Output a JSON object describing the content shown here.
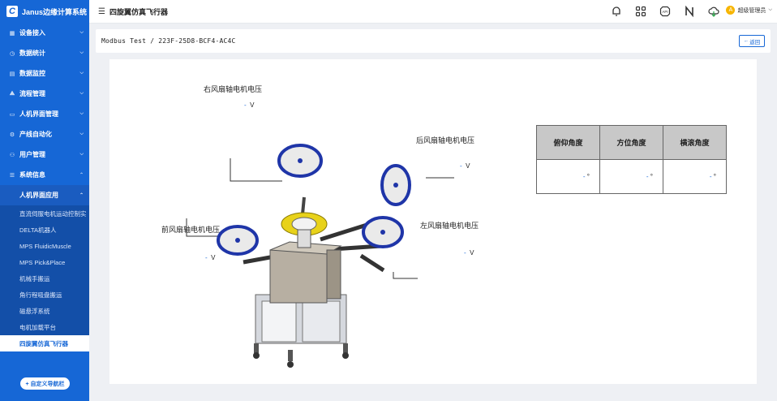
{
  "sidebar": {
    "brand": "Janus边缘计算系统",
    "brand_logo": "C",
    "items": [
      {
        "label": "设备接入",
        "icon": "grid-icon"
      },
      {
        "label": "数据统计",
        "icon": "clock-icon"
      },
      {
        "label": "数据监控",
        "icon": "monitor-icon"
      },
      {
        "label": "流程管理",
        "icon": "flow-icon"
      },
      {
        "label": "人机界面管理",
        "icon": "screen-icon"
      },
      {
        "label": "产线自动化",
        "icon": "gear-icon"
      },
      {
        "label": "用户管理",
        "icon": "user-icon"
      },
      {
        "label": "系统信息",
        "icon": "info-icon"
      }
    ],
    "submenu_label": "人机界面应用",
    "leaves": [
      "直流伺服电机运动控制实",
      "DELTA机器人",
      "MPS FluidicMuscle",
      "MPS Pick&Place",
      "机械手搬运",
      "角行程吸盘搬运",
      "磁悬浮系统",
      "电机加载平台",
      "四旋翼仿真飞行器"
    ],
    "active_leaf": 8,
    "custom_nav_button": "+ 自定义导航栏"
  },
  "topbar": {
    "title": "四旋翼仿真飞行器",
    "icons": [
      "bell-icon",
      "apps-icon",
      "api-icon",
      "n-logo-icon",
      "cloud-icon"
    ],
    "user_name": "超级管理员",
    "user_avatar": "A"
  },
  "subbar": {
    "device": "Modbus Test / 223F-25D8-BCF4-AC4C",
    "back_label": "返回"
  },
  "motors": {
    "right": {
      "label": "右风扇轴电机电压",
      "value": "-",
      "unit": "V"
    },
    "rear": {
      "label": "后风扇轴电机电压",
      "value": "-",
      "unit": "V"
    },
    "left": {
      "label": "左风扇轴电机电压",
      "value": "-",
      "unit": "V"
    },
    "front": {
      "label": "前风扇轴电机电压",
      "value": "-",
      "unit": "V"
    }
  },
  "angles": {
    "headers": [
      "俯仰角度",
      "方位角度",
      "横滚角度"
    ],
    "values": [
      "-",
      "-",
      "-"
    ],
    "unit": "°"
  },
  "colors": {
    "accent": "#1667d6",
    "sidebar": "#1667d6",
    "fan_blue": "#1f35a8",
    "hub_yellow": "#e8d21a"
  }
}
